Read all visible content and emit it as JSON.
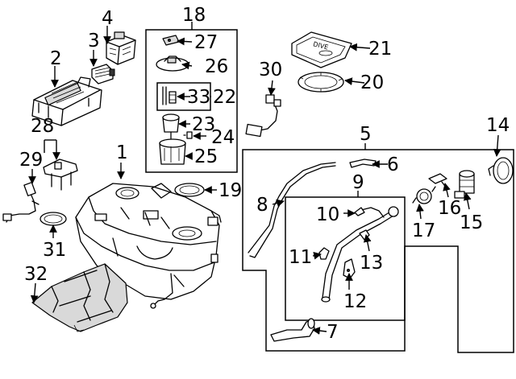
{
  "callouts": {
    "c1": "1",
    "c2": "2",
    "c3": "3",
    "c4": "4",
    "c5": "5",
    "c6": "6",
    "c7": "7",
    "c8": "8",
    "c9": "9",
    "c10": "10",
    "c11": "11",
    "c12": "12",
    "c13": "13",
    "c14": "14",
    "c15": "15",
    "c16": "16",
    "c17": "17",
    "c18": "18",
    "c19": "19",
    "c20": "20",
    "c21": "21",
    "c22": "22",
    "c23": "23",
    "c24": "24",
    "c25": "25",
    "c26": "26",
    "c27": "27",
    "c28": "28",
    "c29": "29",
    "c30": "30",
    "c31": "31",
    "c32": "32",
    "c33": "33"
  },
  "plate_text": "DIVE"
}
